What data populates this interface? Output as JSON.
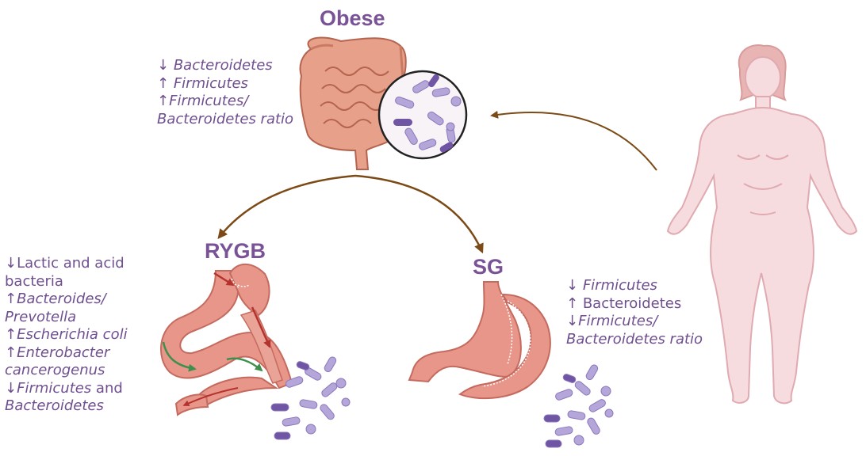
{
  "colors": {
    "text": "#6f4f8f",
    "title": "#7a5296",
    "skin": "#f6dcdf",
    "skin_outline": "#e0aab1",
    "hair": "#e9b4b4",
    "intestine": "#e7a089",
    "intestine_dark": "#b5654f",
    "stomach": "#e8968a",
    "arrow": "#7b4a16",
    "bacteria": "#b4a6d8",
    "bacteria_dark": "#6f55a3",
    "green_arrow": "#3f8f4c",
    "red_arrow": "#b5332e"
  },
  "nodes": {
    "obese": {
      "title": "Obese",
      "lines": [
        [
          {
            "sym": "↓ "
          },
          {
            "t": "Bacteroidetes",
            "i": true
          }
        ],
        [
          {
            "sym": "↑ "
          },
          {
            "t": "Firmicutes",
            "i": true
          }
        ],
        [
          {
            "sym": "↑"
          },
          {
            "t": "Firmicutes/",
            "i": true
          }
        ],
        [
          {
            "t": "Bacteroidetes ratio",
            "i": true
          }
        ]
      ]
    },
    "rygb": {
      "title": "RYGB",
      "lines": [
        [
          {
            "sym": "↓"
          },
          {
            "t": "Lactic and acid",
            "i": false
          }
        ],
        [
          {
            "t": "bacteria",
            "i": false
          }
        ],
        [
          {
            "sym": "↑"
          },
          {
            "t": "Bacteroides/",
            "i": true
          }
        ],
        [
          {
            "t": "Prevotella",
            "i": true
          }
        ],
        [
          {
            "sym": "↑"
          },
          {
            "t": "Escherichia coli",
            "i": true
          }
        ],
        [
          {
            "sym": "↑"
          },
          {
            "t": "Enterobacter",
            "i": true
          }
        ],
        [
          {
            "t": "cancerogenus",
            "i": true
          }
        ],
        [
          {
            "sym": "↓"
          },
          {
            "t": "Firmicutes",
            "i": true
          },
          {
            "t": " and",
            "i": false
          }
        ],
        [
          {
            "t": "Bacteroidetes",
            "i": true
          }
        ]
      ]
    },
    "sg": {
      "title": "SG",
      "lines": [
        [
          {
            "sym": "↓ "
          },
          {
            "t": "Firmicutes",
            "i": true
          }
        ],
        [
          {
            "sym": "↑ "
          },
          {
            "t": "Bacteroidetes",
            "i": false
          }
        ],
        [
          {
            "sym": "↓"
          },
          {
            "t": "Firmicutes/",
            "i": true
          }
        ],
        [
          {
            "t": "Bacteroidetes ratio",
            "i": true
          }
        ]
      ]
    }
  },
  "edges": [
    {
      "from": "woman",
      "to": "obese"
    },
    {
      "from": "obese",
      "to": "rygb"
    },
    {
      "from": "obese",
      "to": "sg"
    }
  ],
  "icons": [
    "intestine-icon",
    "bacteria-magnifier-icon",
    "woman-figure-icon",
    "rygb-stomach-icon",
    "sg-stomach-icon",
    "bacteria-cluster-icon"
  ]
}
